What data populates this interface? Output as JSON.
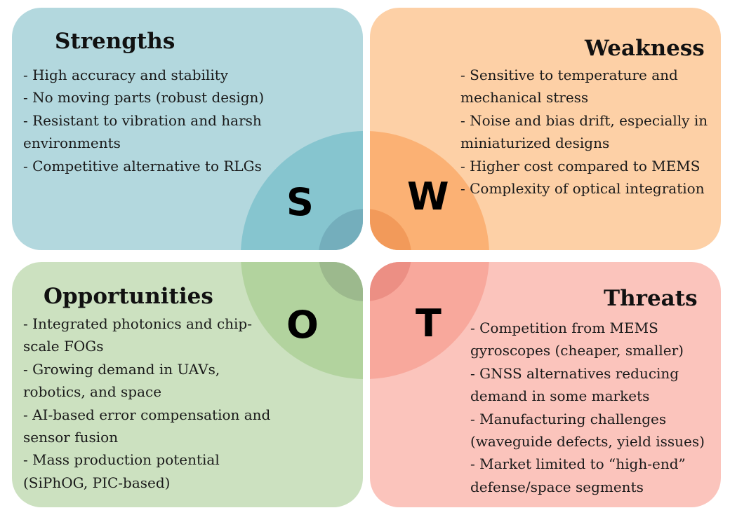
{
  "swot": {
    "strengths": {
      "letter": "S",
      "title": "Strengths",
      "color": "#b3d8de",
      "items": [
        "- High accuracy and stability",
        "- No moving parts (robust design)",
        "- Resistant to vibration and harsh environments",
        "- Competitive alternative to RLGs"
      ]
    },
    "weakness": {
      "letter": "W",
      "title": "Weakness",
      "color": "#fdd0a6",
      "items": [
        "- Sensitive to temperature and mechanical stress",
        "- Noise and bias drift, especially in miniaturized designs",
        "- Higher cost compared to MEMS",
        "- Complexity of optical integration"
      ]
    },
    "opportunities": {
      "letter": "O",
      "title": "Opportunities",
      "color": "#cce1c0",
      "items": [
        "- Integrated photonics and chip-scale FOGs",
        "- Growing demand in UAVs, robotics, and space",
        "- AI-based error compensation and sensor fusion",
        "- Mass production potential (SiPhOG, PIC-based)"
      ]
    },
    "threats": {
      "letter": "T",
      "title": "Threats",
      "color": "#fbc4bc",
      "items": [
        "- Competition from MEMS gyroscopes (cheaper, smaller)",
        "- GNSS alternatives reducing demand in some markets",
        "- Manufacturing challenges (waveguide defects, yield issues)",
        "- Market limited to “high-end” defense/space segments"
      ]
    }
  }
}
